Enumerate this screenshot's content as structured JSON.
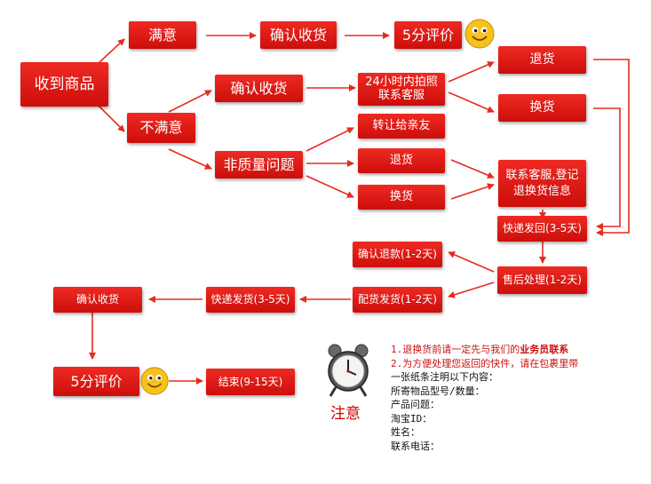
{
  "nodes": {
    "received": "收到商品",
    "satisfied": "满意",
    "confirm_receipt_top": "确认收货",
    "rate_top": "5分评价",
    "not_satisfied": "不满意",
    "confirm_receipt_mid": "确认收货",
    "contact_24h": "24小时内拍照联系客服",
    "return_top": "退货",
    "exchange_top": "换货",
    "non_quality": "非质量问题",
    "transfer": "转让给亲友",
    "return_mid": "退货",
    "exchange_mid": "换货",
    "contact_register": "联系客服,登记退换货信息",
    "express_return": "快递发回(3-5天)",
    "confirm_refund": "确认退款(1-2天)",
    "after_sales": "售后处理(1-2天)",
    "reship": "配货发货(1-2天)",
    "express_ship": "快递发货(3-5天)",
    "confirm_receipt_bottom": "确认收货",
    "rate_bottom": "5分评价",
    "end": "结束(9-15天)"
  },
  "notice": {
    "label": "注意",
    "line1_prefix": "1.退换货前请一定先与我们的",
    "line1_highlight": "业务员联系",
    "line2_prefix": "2.为方便处理您返回的快件，请在包裹里带",
    "line3": "一张纸条注明以下内容：",
    "fields": [
      "所寄物品型号/数量：",
      "产品问题：",
      "淘宝ID：",
      "姓名：",
      "联系电话："
    ]
  },
  "icons": {
    "smiley_top": "smiley-icon",
    "smiley_bottom": "smiley-icon",
    "clock": "alarm-clock-icon"
  },
  "colors": {
    "node": "#dc1d18",
    "arrow": "#e52b1f",
    "text_highlight": "#cc1111"
  }
}
